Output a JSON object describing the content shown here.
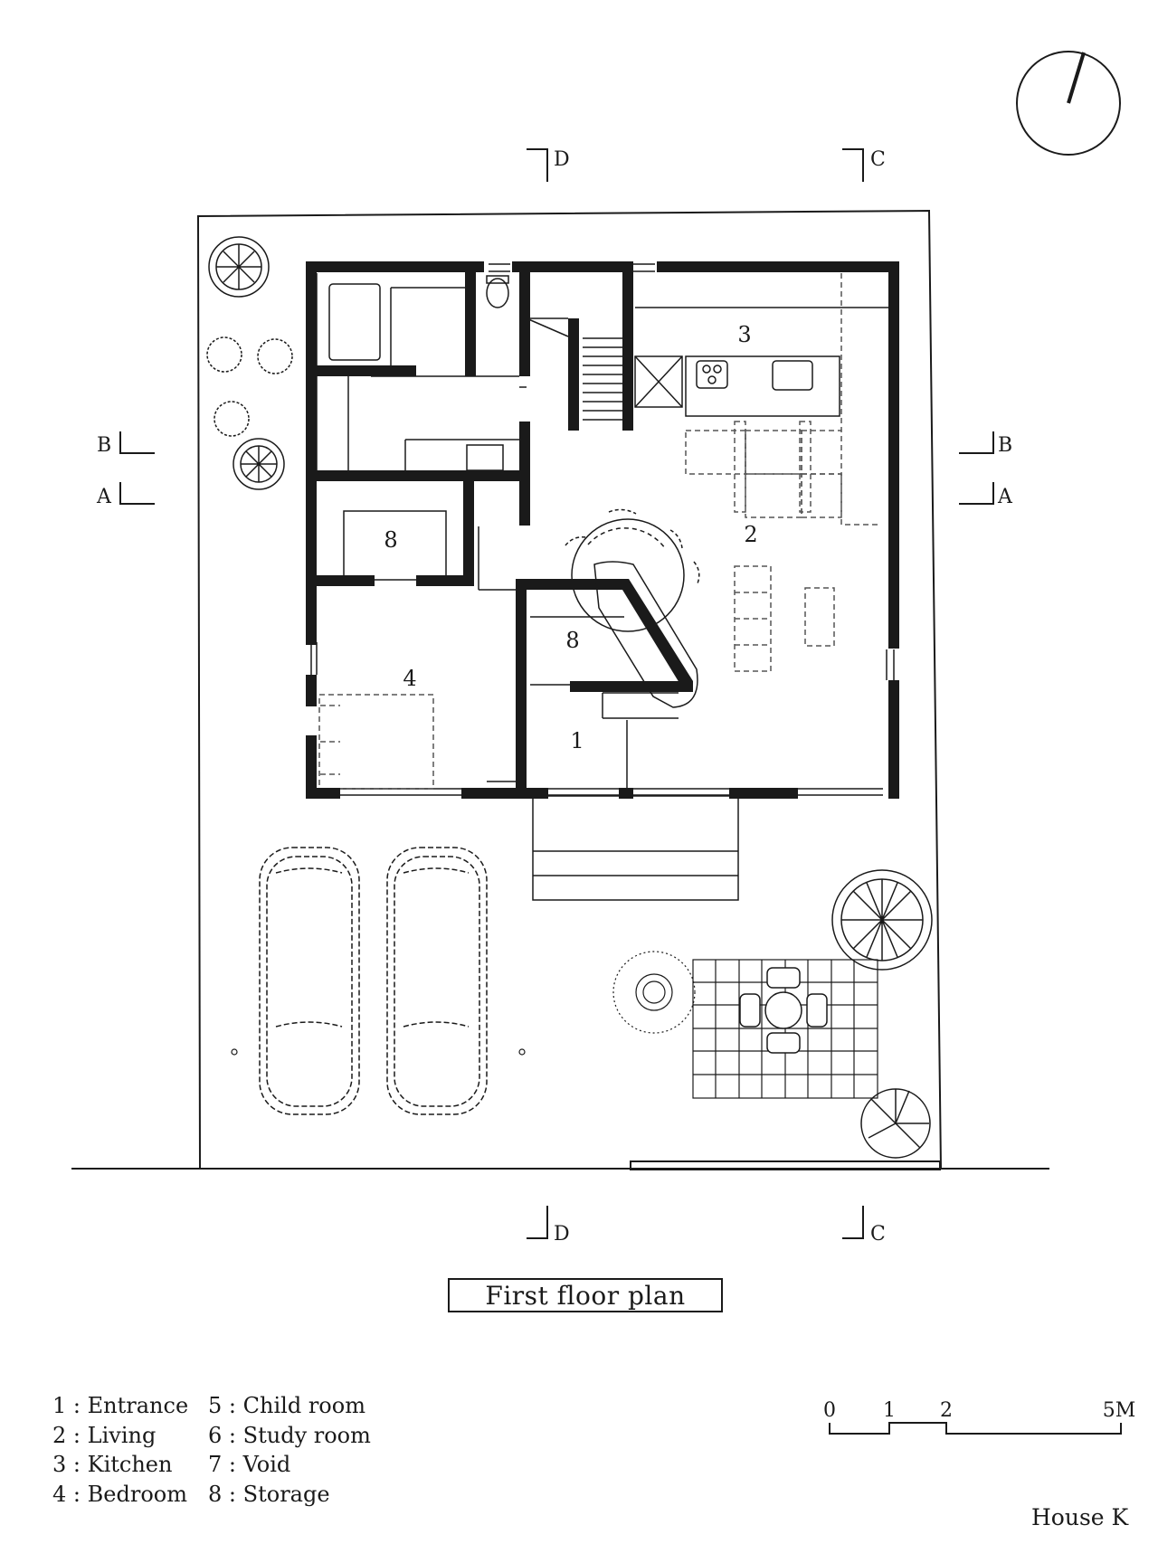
{
  "plan": {
    "title": "First floor plan",
    "project_name": "House K",
    "room_numbers": {
      "kitchen": "3",
      "living": "2",
      "storage_upper": "8",
      "storage_center": "8",
      "bedroom": "4",
      "entrance": "1"
    },
    "section_markers": {
      "a": "A",
      "b": "B",
      "c": "C",
      "d": "D"
    },
    "legend": [
      {
        "number": "1",
        "sep": ":",
        "label": "Entrance"
      },
      {
        "number": "2",
        "sep": ":",
        "label": "Living"
      },
      {
        "number": "3",
        "sep": ":",
        "label": "Kitchen"
      },
      {
        "number": "4",
        "sep": ":",
        "label": "Bedroom"
      },
      {
        "number": "5",
        "sep": ":",
        "label": "Child room"
      },
      {
        "number": "6",
        "sep": ":",
        "label": "Study room"
      },
      {
        "number": "7",
        "sep": ":",
        "label": "Void"
      },
      {
        "number": "8",
        "sep": ":",
        "label": "Storage"
      }
    ],
    "scale_bar": {
      "ticks": [
        "0",
        "1",
        "2",
        "5M"
      ]
    },
    "icons": {
      "north_arrow": "north-arrow-icon",
      "tree": "tree-icon",
      "car": "car-icon",
      "table": "patio-table-icon"
    }
  }
}
